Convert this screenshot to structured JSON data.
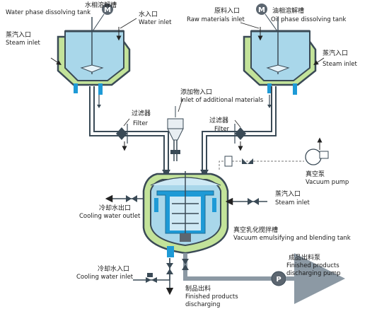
{
  "labels": {
    "water_tank_zh": "水相溶解槽",
    "water_tank_en": "Water phase dissolving tank",
    "water_inlet_zh": "水入口",
    "water_inlet_en": "Water inlet",
    "raw_materials_zh": "原料入口",
    "raw_materials_en": "Raw materials inlet",
    "oil_tank_zh": "油相溶解槽",
    "oil_tank_en": "Oil phase dissolving tank",
    "steam_left_zh": "蒸汽入口",
    "steam_left_en": "Steam inlet",
    "steam_right_zh": "蒸汽入口",
    "steam_right_en": "Steam inlet",
    "additive_zh": "添加物入口",
    "additive_en": "Inlet of additional materials",
    "filter_left_zh": "过滤器",
    "filter_left_en": "Filter",
    "filter_right_zh": "过滤器",
    "filter_right_en": "Filter",
    "vacuum_pump_zh": "真空泵",
    "vacuum_pump_en": "Vacuum pump",
    "cooling_out_zh": "冷却水出口",
    "cooling_out_en": "Cooling water outlet",
    "steam_main_zh": "蒸汽入口",
    "steam_main_en": "Steam inlet",
    "main_tank_zh": "真空乳化搅拌槽",
    "main_tank_en": "Vacuum emulsifying and blending tank",
    "pump_zh": "成品出料泵",
    "pump_en1": "Finished products",
    "pump_en2": "discharging pump",
    "cooling_in_zh": "冷却水入口",
    "cooling_in_en": "Cooling water inlet",
    "discharge_zh": "制品出料",
    "discharge_en1": "Finished products",
    "discharge_en2": "discharging"
  },
  "symbols": {
    "motor": "M",
    "pump": "P"
  },
  "colors": {
    "jacket_green": "#c3e39a",
    "tank_water": "#a9d7ea",
    "tank_water_light": "#cfe9f5",
    "agitator_blue": "#1e9ad6",
    "pipe_dark": "#3a4a56",
    "shell_dark": "#4a5560"
  }
}
